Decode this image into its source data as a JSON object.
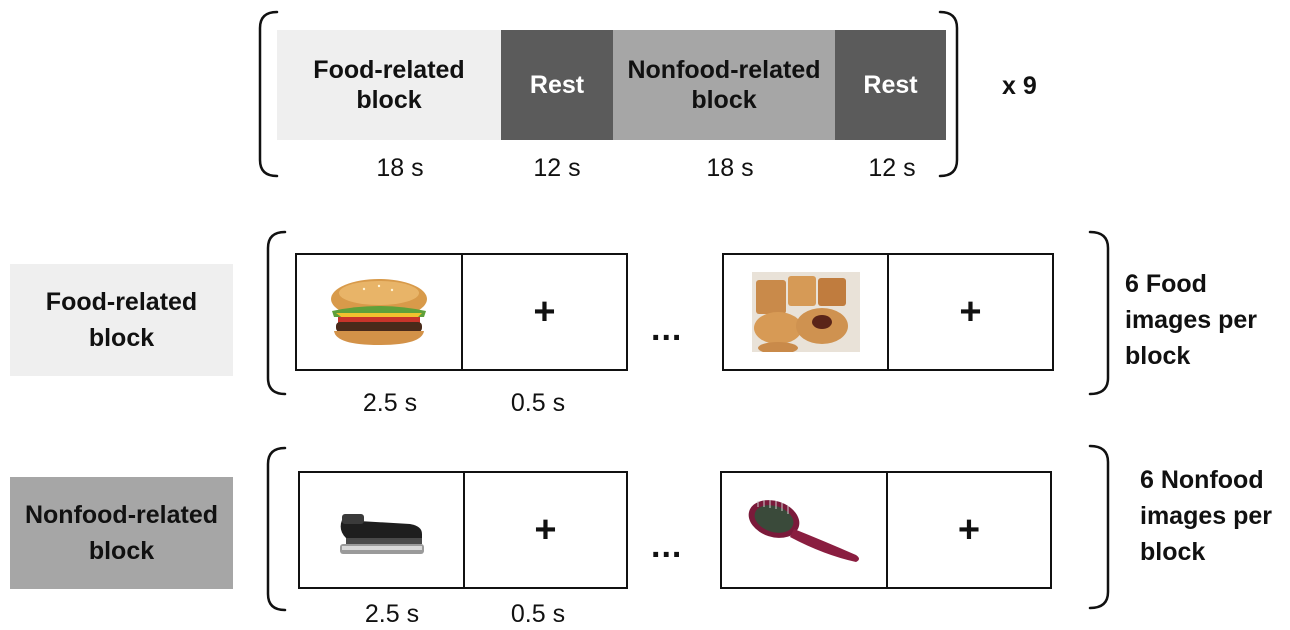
{
  "timeline": {
    "segments": [
      {
        "label": "Food-related block",
        "duration": "18 s",
        "fill": "#efefef",
        "text_color": "#111111"
      },
      {
        "label": "Rest",
        "duration": "12 s",
        "fill": "#5b5b5b",
        "text_color": "#ffffff"
      },
      {
        "label": "Nonfood-related block",
        "duration": "18 s",
        "fill": "#a6a6a6",
        "text_color": "#111111"
      },
      {
        "label": "Rest",
        "duration": "12 s",
        "fill": "#5b5b5b",
        "text_color": "#ffffff"
      }
    ],
    "repeat": "x 9"
  },
  "food_block": {
    "label": "Food-related block",
    "label_fill": "#efefef",
    "first_image": "hamburger-image",
    "last_image": "pastries-image",
    "fixation": "+",
    "ellipsis": "...",
    "image_duration": "2.5 s",
    "fixation_duration": "0.5 s",
    "description": "6 Food images per block"
  },
  "nonfood_block": {
    "label": "Nonfood-related block",
    "label_fill": "#a6a6a6",
    "first_image": "stapler-image",
    "last_image": "hairbrush-image",
    "fixation": "+",
    "ellipsis": "...",
    "image_duration": "2.5 s",
    "fixation_duration": "0.5 s",
    "description": "6 Nonfood images per block"
  }
}
